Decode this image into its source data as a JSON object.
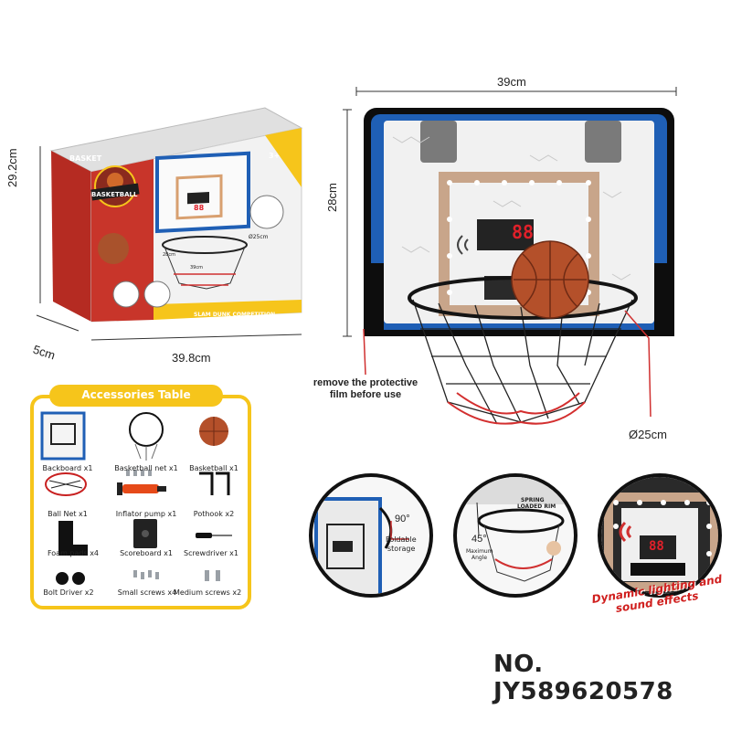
{
  "product_box": {
    "brand": "BASKETBALL",
    "corner": "BASKET",
    "age": "3+",
    "slogan": "SLAM DUNK COMPETITION",
    "inner_score": "88",
    "inner_hoop_label": "Ø25cm",
    "inner_width_label": "39cm",
    "inner_height_label": "28cm"
  },
  "box_dimensions": {
    "height": "29.2cm",
    "depth": "5cm",
    "width": "39.8cm"
  },
  "main_product": {
    "width": "39cm",
    "height": "28cm",
    "hoop_diameter": "Ø25cm",
    "score": "88",
    "note_line1": "remove the protective",
    "note_line2": "film before use"
  },
  "accessories": {
    "title": "Accessories Table",
    "items": [
      {
        "label": "Backboard x1"
      },
      {
        "label": "Basketball net x1"
      },
      {
        "label": "Basketball x1"
      },
      {
        "label": "Ball Net x1"
      },
      {
        "label": "Inflator pump x1"
      },
      {
        "label": "Pothook x2"
      },
      {
        "label": "Foam pads x4"
      },
      {
        "label": "Scoreboard x1"
      },
      {
        "label": "Screwdriver x1"
      },
      {
        "label": "Bolt Driver x2"
      },
      {
        "label": "Small screws x4"
      },
      {
        "label": "Medium screws x2"
      }
    ]
  },
  "details": {
    "foldable_angle": "90°",
    "foldable_label1": "Foldable",
    "foldable_label2": "storage",
    "rim_label1": "SPRING",
    "rim_label2": "LOADED RIM",
    "max_angle": "45°",
    "max_label1": "Maximum",
    "max_label2": "Angle",
    "detail_score": "88",
    "feature_line1": "Dynamic lighting and",
    "feature_line2": "sound effects"
  },
  "model_number": "NO. JY589620578",
  "colors": {
    "accent_yellow": "#f6c51b",
    "box_red": "#c8352a",
    "frame_blue": "#1f5fb5",
    "ball_orange": "#b4502a",
    "digit_red": "#e0202a"
  }
}
